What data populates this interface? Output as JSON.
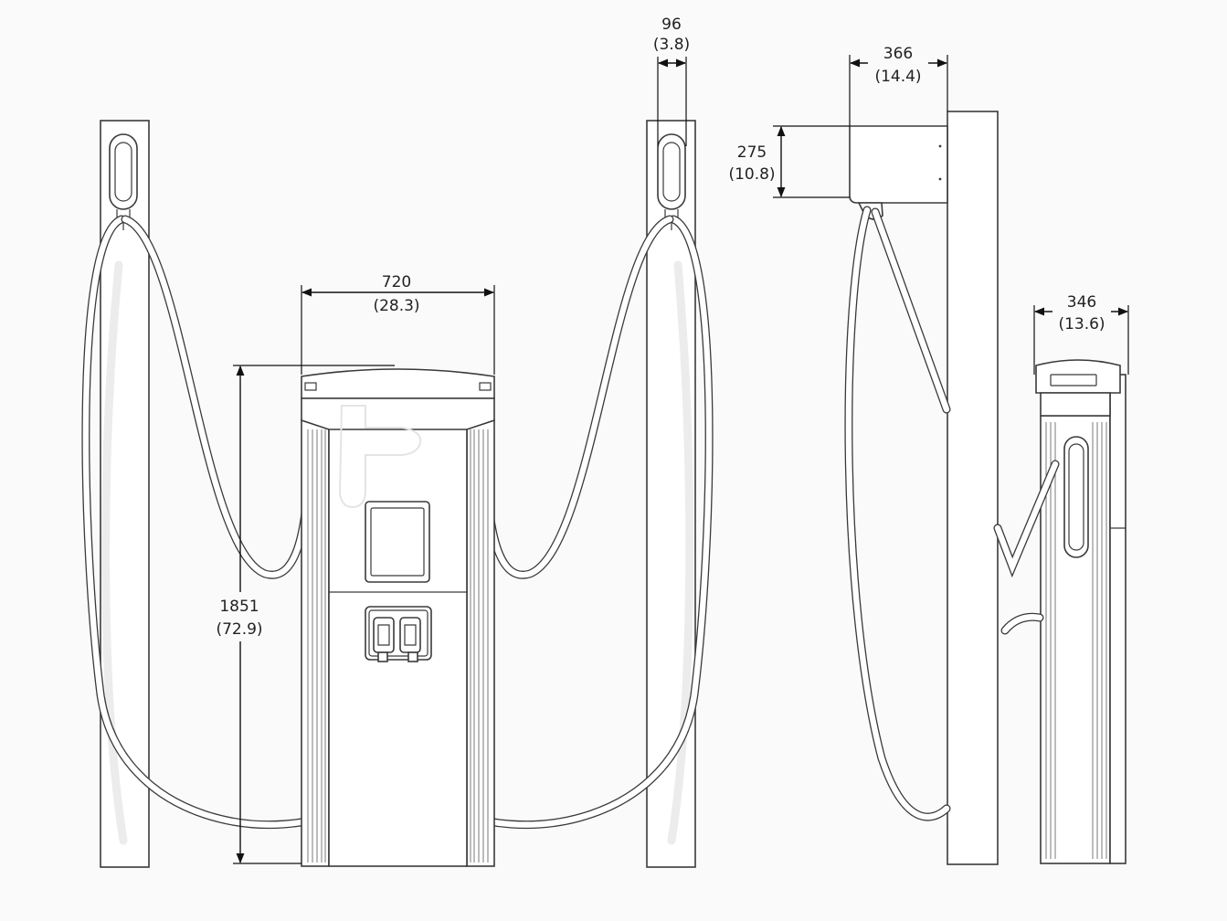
{
  "colors": {
    "background": "#fafafa",
    "line": "#3a3a3a",
    "dimension": "#111111"
  },
  "dimensions": {
    "unit_width": {
      "mm": "720",
      "in": "(28.3)"
    },
    "unit_height": {
      "mm": "1851",
      "in": "(72.9)"
    },
    "post_width": {
      "mm": "96",
      "in": "(3.8)"
    },
    "hanger_depth": {
      "mm": "366",
      "in": "(14.4)"
    },
    "hanger_height": {
      "mm": "275",
      "in": "(10.8)"
    },
    "unit_depth": {
      "mm": "346",
      "in": "(13.6)"
    }
  }
}
